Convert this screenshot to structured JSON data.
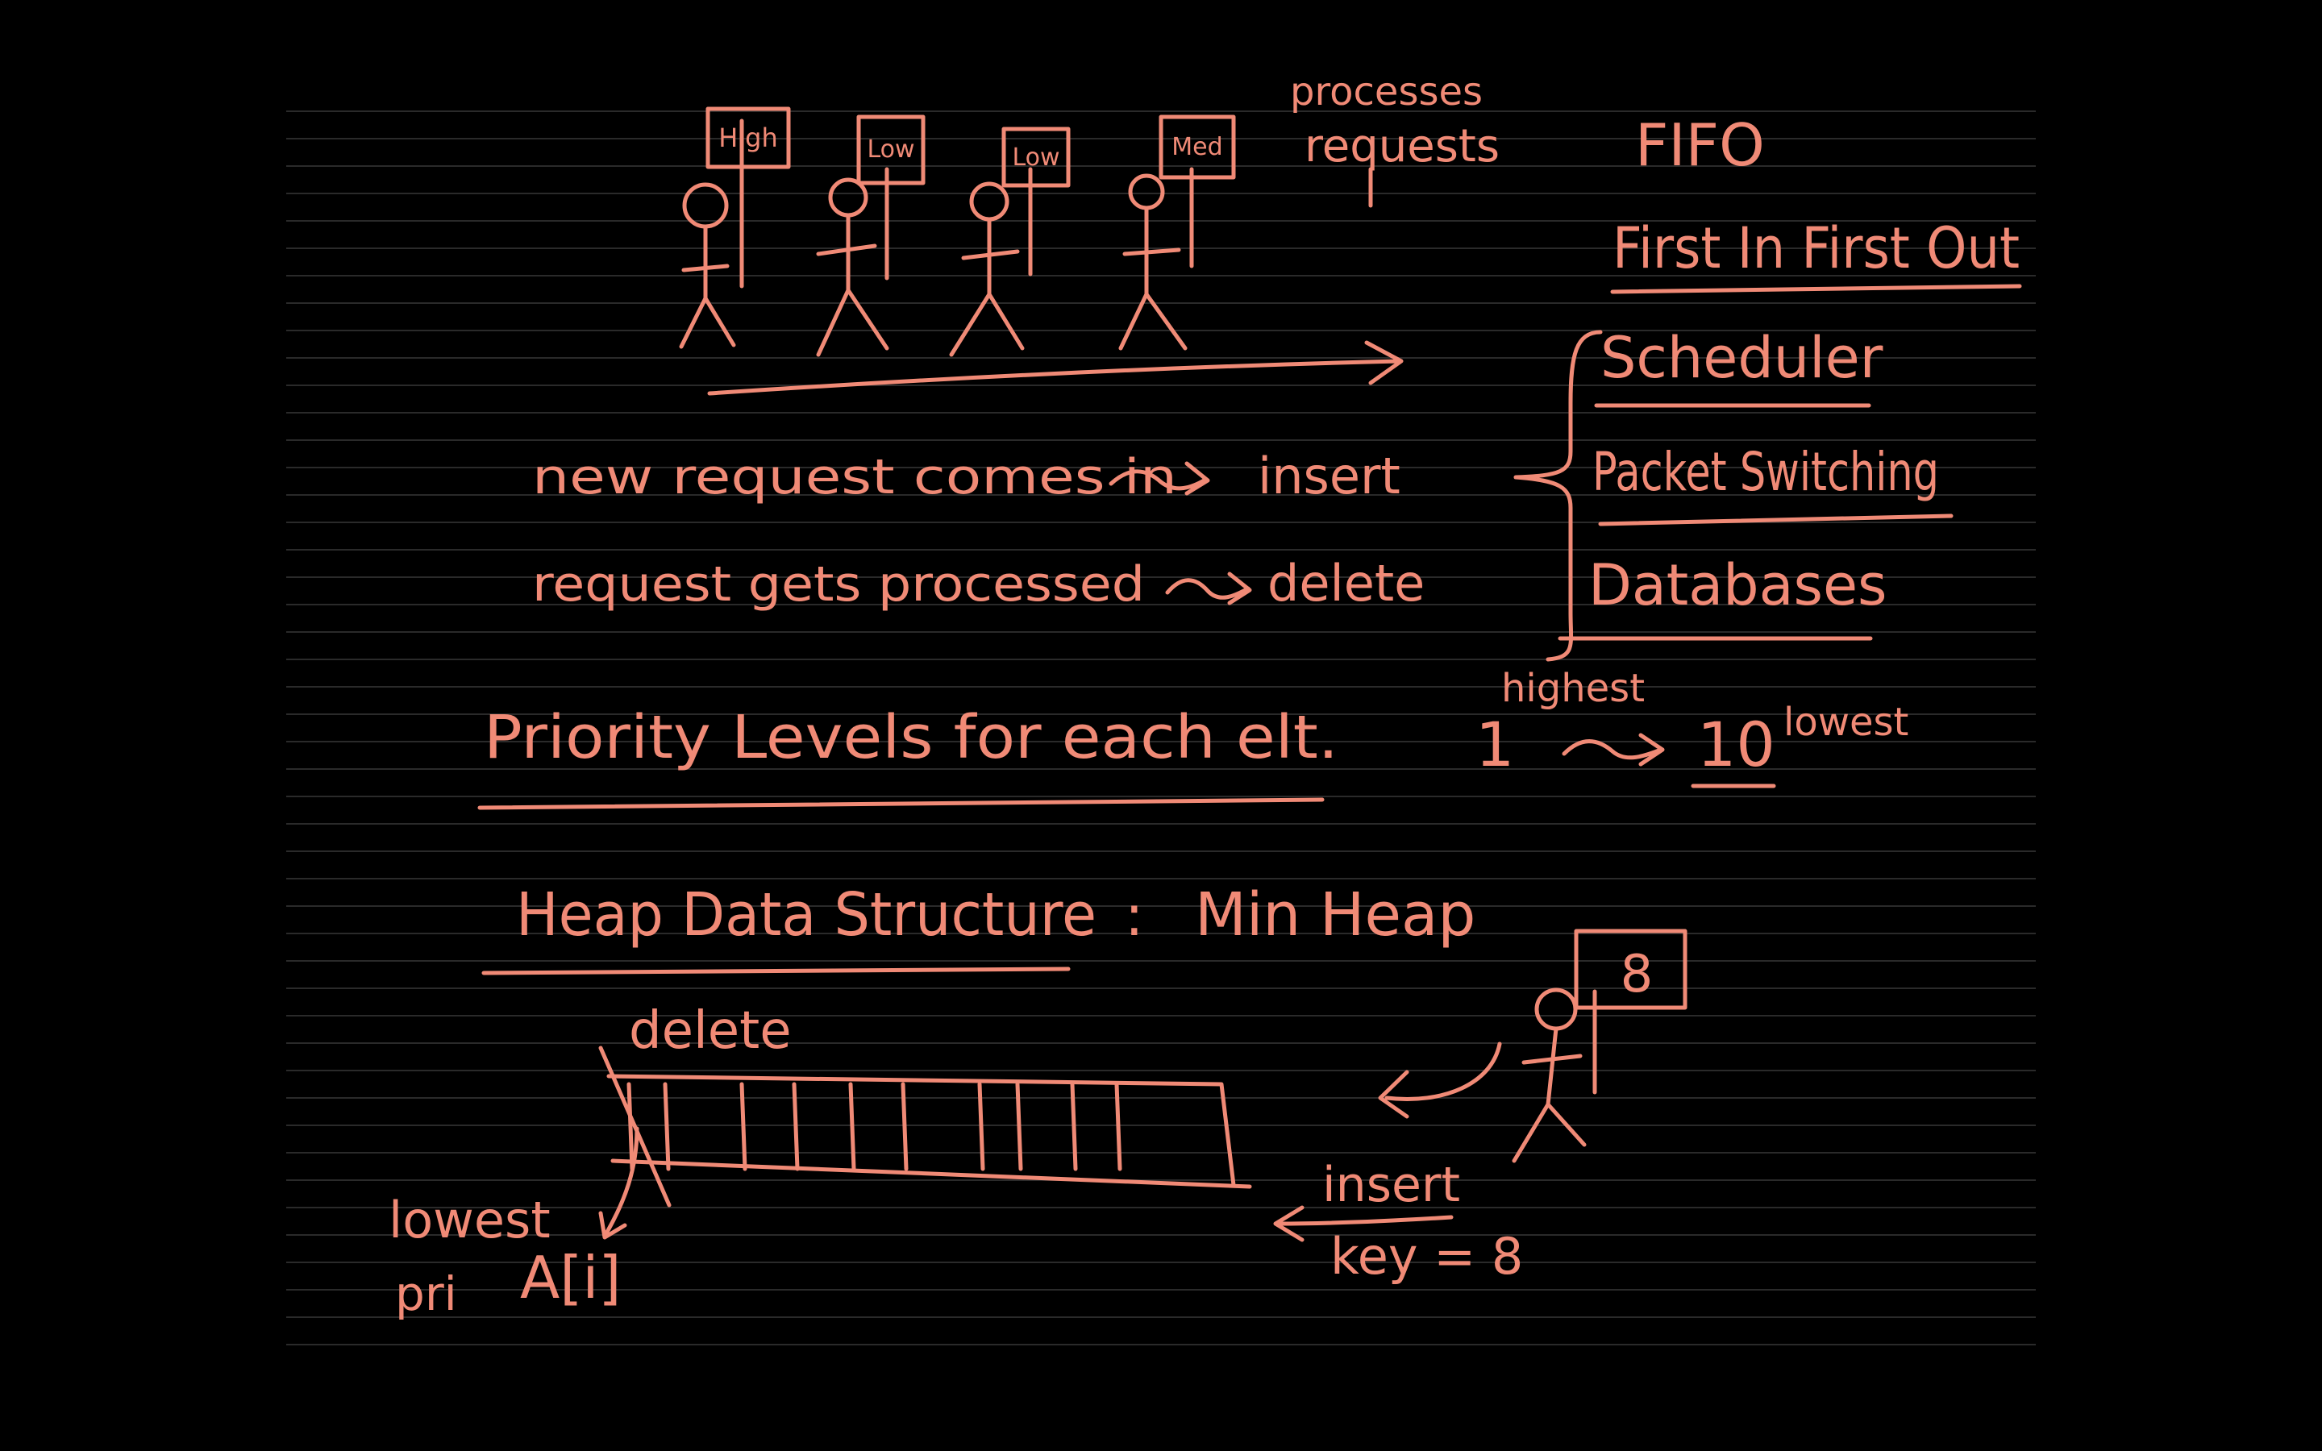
{
  "theme": {
    "ink_color": "#f08a76",
    "background_color": "#000000",
    "rule_color": "#2a2a2a"
  },
  "queue_people": [
    {
      "flag": "High"
    },
    {
      "flag": "Low"
    },
    {
      "flag": "Low"
    },
    {
      "flag": "Med"
    }
  ],
  "process_note": {
    "line1": "processes",
    "line2": "requests"
  },
  "fifo": {
    "title": "FIFO",
    "expansion": "First In First Out"
  },
  "applications": [
    "Scheduler",
    "Packet Switching",
    "Databases"
  ],
  "operations": {
    "insert_line": {
      "event": "new request comes in",
      "op": "insert"
    },
    "delete_line": {
      "event": "request gets processed",
      "op": "delete"
    }
  },
  "priority": {
    "text": "Priority Levels for each elt.",
    "high_label": "highest",
    "high_value": "1",
    "low_value": "10",
    "low_label": "lowest"
  },
  "heap": {
    "title": "Heap Data Structure",
    "separator": ":",
    "kind": "Min Heap",
    "delete_label": "delete",
    "lowest_label_1": "lowest",
    "lowest_label_2": "pri",
    "array_label": "A[i]",
    "insert_label": "insert",
    "key_label": "key = 8",
    "new_flag": "8"
  }
}
